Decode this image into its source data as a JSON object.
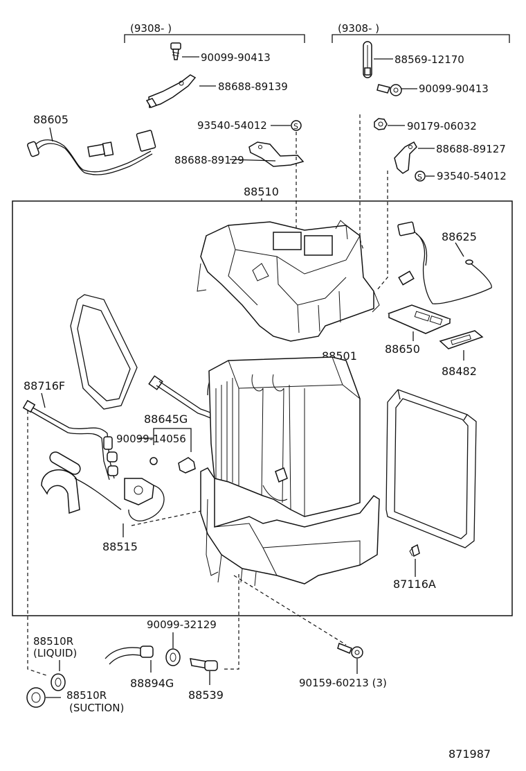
{
  "labels": {
    "bracket_left": "(9308-        )",
    "bracket_right": "(9308-        )",
    "p90099_90413_a": "90099-90413",
    "p88688_89139": "88688-89139",
    "p88569_12170": "88569-12170",
    "p90099_90413_b": "90099-90413",
    "p88605": "88605",
    "p93540_54012_a": "93540-54012",
    "p90179_06032": "90179-06032",
    "p88688_89127": "88688-89127",
    "p88688_89129": "88688-89129",
    "p93540_54012_b": "93540-54012",
    "p88510": "88510",
    "p88625": "88625",
    "p88650": "88650",
    "p88501": "88501",
    "p88482": "88482",
    "p88716F": "88716F",
    "p88645G": "88645G",
    "p90099_14056": "90099-14056",
    "p88515": "88515",
    "p87116A": "87116A",
    "p90099_32129": "90099-32129",
    "p88510R_liquid": "88510R",
    "liquid": "(LIQUID)",
    "p88894G": "88894G",
    "p88539": "88539",
    "p88510R_suction": "88510R",
    "suction": "(SUCTION)",
    "p90159_60213": "90159-60213 (3)",
    "s_mark": "S",
    "diagram_no": "871987"
  }
}
